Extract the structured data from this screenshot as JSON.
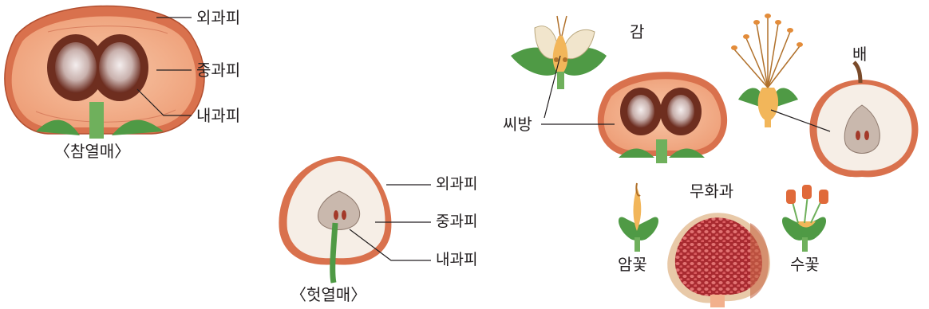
{
  "true_fruit": {
    "caption": "〈참열매〉",
    "labels": {
      "exocarp": "외과피",
      "mesocarp": "중과피",
      "endocarp": "내과피"
    }
  },
  "false_fruit": {
    "caption": "〈헛열매〉",
    "labels": {
      "exocarp": "외과피",
      "mesocarp": "중과피",
      "endocarp": "내과피"
    }
  },
  "examples": {
    "persimmon": "감",
    "ovary": "씨방",
    "pear": "배",
    "fig": "무화과",
    "female_flower": "암꽃",
    "male_flower": "수꽃"
  },
  "colors": {
    "peel": "#d9714d",
    "flesh": "#f2b08c",
    "seed_dark": "#6e2e1f",
    "seed_light": "#e8dede",
    "leaf": "#4f9a45",
    "pear_flesh": "#f6eee6",
    "pear_core": "#c9b8ad",
    "fig_flesh": "#b3262c",
    "line": "#231f20"
  }
}
